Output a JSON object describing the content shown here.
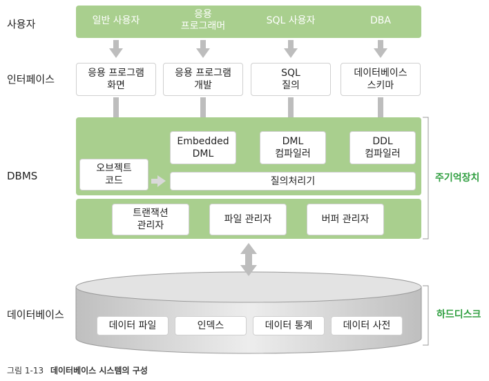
{
  "row_labels": {
    "users": "사용자",
    "interface": "인터페이스",
    "dbms": "DBMS",
    "database": "데이터베이스"
  },
  "users": [
    "일반 사용자",
    "응용\n프로그래머",
    "SQL 사용자",
    "DBA"
  ],
  "interfaces": [
    "응용 프로그램\n화면",
    "응용 프로그램\n개발",
    "SQL\n질의",
    "데이터베이스\n스키마"
  ],
  "dbms_top": {
    "embedded_dml": "Embedded\nDML",
    "dml_compiler": "DML\n컴파일러",
    "ddl_compiler": "DDL\n컴파일러",
    "object_code": "오브젝트\n코드",
    "query_processor": "질의처리기"
  },
  "dbms_bottom": [
    "트랜잭션\n관리자",
    "파일 관리자",
    "버퍼 관리자"
  ],
  "db_items": [
    "데이터 파일",
    "인덱스",
    "데이터 통계",
    "데이터 사전"
  ],
  "side_labels": {
    "memory": "주기억장치",
    "disk": "하드디스크"
  },
  "caption": {
    "number": "그림 1-13",
    "title": "데이터베이스 시스템의 구성"
  },
  "colors": {
    "green_band": "#a9cf8e",
    "arrow": "#bdbdbd",
    "side_label": "#2e9e3f"
  }
}
